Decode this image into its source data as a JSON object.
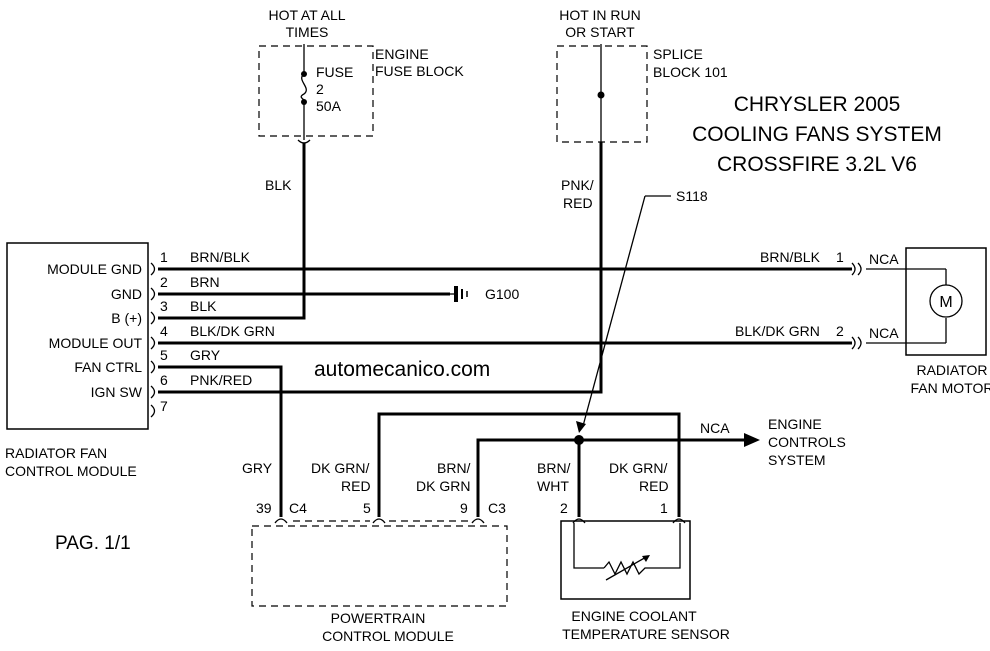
{
  "title": {
    "line1": "CHRYSLER 2005",
    "line2": "COOLING FANS SYSTEM",
    "line3": "CROSSFIRE 3.2L V6"
  },
  "watermark": "automecanico.com",
  "page_label": "PAG. 1/1",
  "fuse_block": {
    "power_line1": "HOT AT ALL",
    "power_line2": "TIMES",
    "name_line1": "ENGINE",
    "name_line2": "FUSE BLOCK",
    "fuse_line1": "FUSE",
    "fuse_line2": "2",
    "fuse_line3": "50A"
  },
  "splice_block": {
    "power_line1": "HOT IN RUN",
    "power_line2": "OR START",
    "name_line1": "SPLICE",
    "name_line2": "BLOCK 101"
  },
  "control_module": {
    "name_line1": "RADIATOR FAN",
    "name_line2": "CONTROL MODULE",
    "pins": [
      {
        "num": "1",
        "label": "MODULE GND",
        "wire": "BRN/BLK"
      },
      {
        "num": "2",
        "label": "GND",
        "wire": "BRN"
      },
      {
        "num": "3",
        "label": "B (+)",
        "wire": "BLK"
      },
      {
        "num": "4",
        "label": "MODULE OUT",
        "wire": "BLK/DK GRN"
      },
      {
        "num": "5",
        "label": "FAN CTRL",
        "wire": "GRY"
      },
      {
        "num": "6",
        "label": "IGN SW",
        "wire": "PNK/RED"
      },
      {
        "num": "7",
        "label": "",
        "wire": ""
      }
    ]
  },
  "wires": {
    "fuse_feed": "BLK",
    "splice_feed_line1": "PNK/",
    "splice_feed_line2": "RED",
    "motor_wire1": "BRN/BLK",
    "motor_pin1": "1",
    "motor_wire2": "BLK/DK GRN",
    "motor_pin2": "2",
    "nca1": "NCA",
    "nca2": "NCA",
    "splice_point": "S118",
    "nca3": "NCA",
    "pcm_gry": "GRY",
    "pcm_dkgrn_line1": "DK GRN/",
    "pcm_dkgrn_line2": "RED",
    "pcm_brn_line1": "BRN/",
    "pcm_brn_line2": "DK GRN",
    "sensor_brn_line1": "BRN/",
    "sensor_brn_line2": "WHT",
    "sensor_dkgrn_line1": "DK GRN/",
    "sensor_dkgrn_line2": "RED"
  },
  "ground": {
    "label": "G100"
  },
  "fan_motor": {
    "symbol": "M",
    "name_line1": "RADIATOR",
    "name_line2": "FAN MOTOR"
  },
  "engine_controls": {
    "line1": "ENGINE",
    "line2": "CONTROLS",
    "line3": "SYSTEM"
  },
  "pcm": {
    "pin39": "39",
    "conn_c4": "C4",
    "pin5": "5",
    "pin9": "9",
    "conn_c3": "C3",
    "name_line1": "POWERTRAIN",
    "name_line2": "CONTROL MODULE"
  },
  "sensor": {
    "pin2": "2",
    "pin1": "1",
    "name_line1": "ENGINE COOLANT",
    "name_line2": "TEMPERATURE SENSOR"
  }
}
